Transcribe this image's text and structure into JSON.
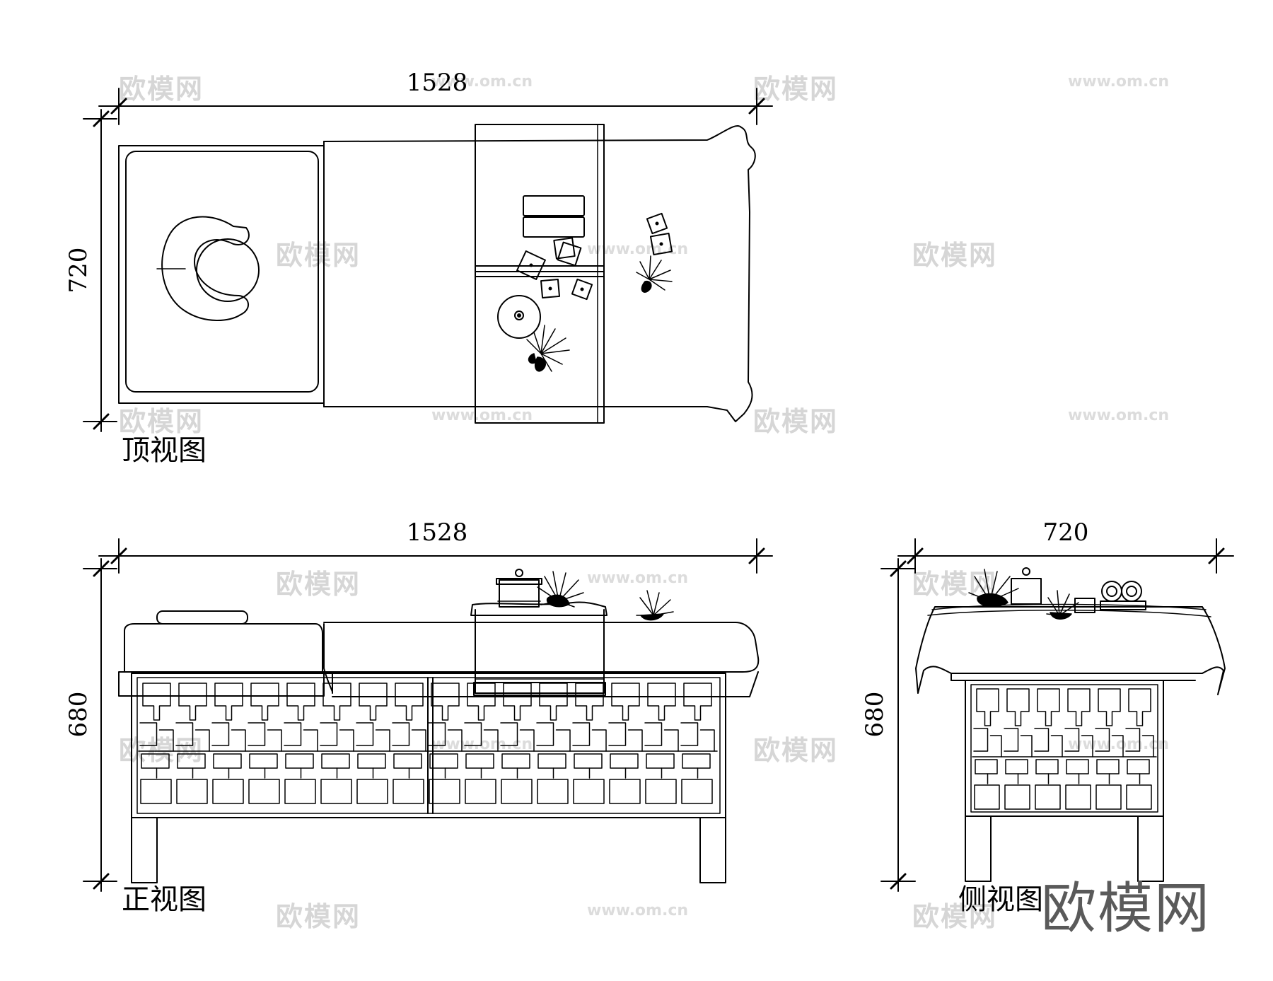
{
  "views": {
    "top": {
      "caption": "顶视图",
      "width_dim": "1528",
      "depth_dim": "720"
    },
    "front": {
      "caption": "正视图",
      "width_dim": "1528",
      "height_dim": "680"
    },
    "side": {
      "caption": "侧视图",
      "width_dim": "720",
      "height_dim": "680"
    }
  },
  "watermark": {
    "logo_text": "欧模网",
    "url_text": "www.om.cn"
  },
  "colors": {
    "line": "#000000",
    "watermark": "#d6d6d6",
    "brand_watermark": "#5a5a5a"
  }
}
